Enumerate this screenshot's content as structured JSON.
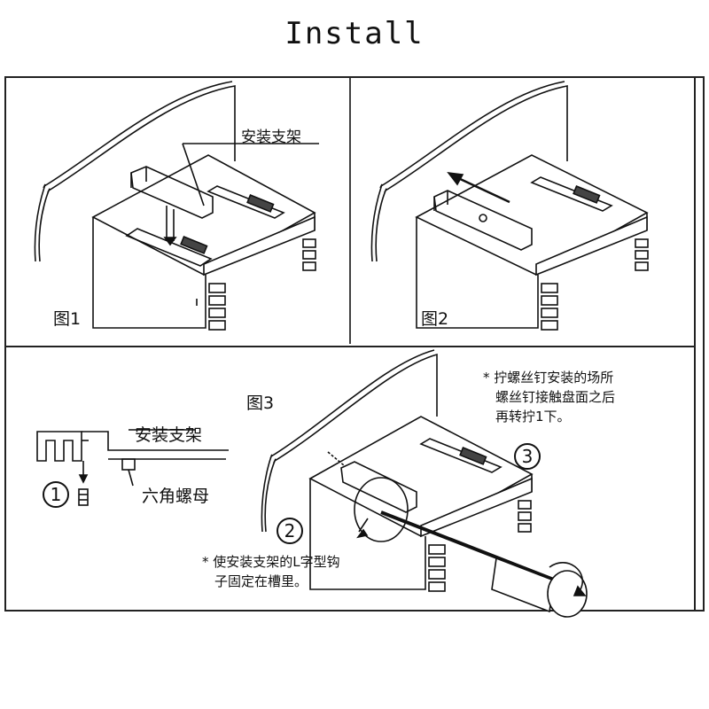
{
  "title": "Install",
  "fig1": {
    "label": "图1",
    "bracket_label": "安装支架"
  },
  "fig2": {
    "label": "图2"
  },
  "fig3": {
    "label": "图3",
    "bracket_label": "安装支架",
    "nut_label": "六角螺母",
    "step1": "1",
    "step2": "2",
    "step3": "3",
    "note_hook_line1": "* 使安装支架的L字型钩",
    "note_hook_line2": "子固定在槽里。",
    "note_screw_line1": "* 拧螺丝钉安装的场所",
    "note_screw_line2": "螺丝钉接触盘面之后",
    "note_screw_line3": "再转拧1下。"
  }
}
